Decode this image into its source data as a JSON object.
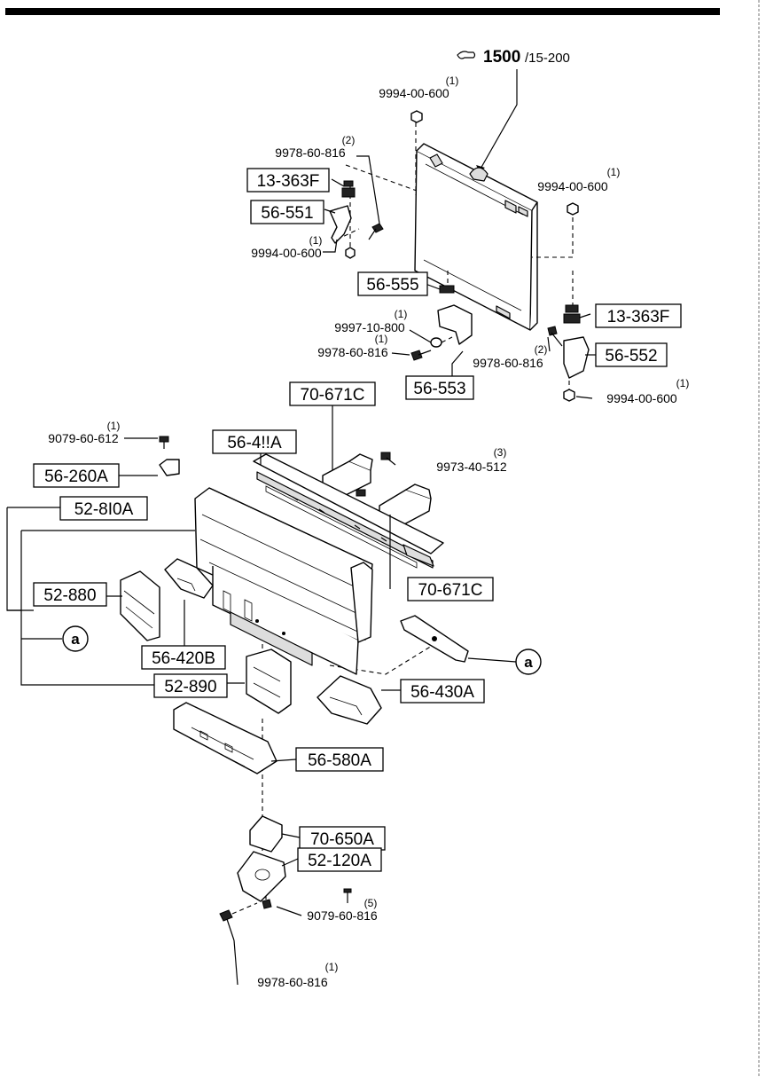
{
  "reference": {
    "main": "1500",
    "sub": "/15-200"
  },
  "part_labels": [
    {
      "id": "13-363F-a",
      "text": "13-363F"
    },
    {
      "id": "56-551",
      "text": "56-551"
    },
    {
      "id": "56-555",
      "text": "56-555"
    },
    {
      "id": "13-363F-b",
      "text": "13-363F"
    },
    {
      "id": "56-552",
      "text": "56-552"
    },
    {
      "id": "56-553",
      "text": "56-553"
    },
    {
      "id": "70-671C-a",
      "text": "70-671C"
    },
    {
      "id": "56-411A",
      "text": "56-4!!A"
    },
    {
      "id": "56-260A",
      "text": "56-260A"
    },
    {
      "id": "52-810A",
      "text": "52-8I0A"
    },
    {
      "id": "70-671C-b",
      "text": "70-671C"
    },
    {
      "id": "52-880",
      "text": "52-880"
    },
    {
      "id": "56-420B",
      "text": "56-420B"
    },
    {
      "id": "52-890",
      "text": "52-890"
    },
    {
      "id": "56-430A",
      "text": "56-430A"
    },
    {
      "id": "56-580A",
      "text": "56-580A"
    },
    {
      "id": "70-650A",
      "text": "70-650A"
    },
    {
      "id": "52-120A",
      "text": "52-120A"
    }
  ],
  "bolts": [
    {
      "id": "b1",
      "qty": "(1)",
      "pn": "9994-00-600"
    },
    {
      "id": "b2",
      "qty": "(2)",
      "pn": "9978-60-816"
    },
    {
      "id": "b3",
      "qty": "(1)",
      "pn": "9994-00-600"
    },
    {
      "id": "b4",
      "qty": "(1)",
      "pn": "9994-00-600"
    },
    {
      "id": "b5",
      "qty": "(1)",
      "pn": "9997-10-800"
    },
    {
      "id": "b6",
      "qty": "(1)",
      "pn": "9978-60-816"
    },
    {
      "id": "b7",
      "qty": "(2)",
      "pn": "9978-60-816"
    },
    {
      "id": "b8",
      "qty": "(1)",
      "pn": "9994-00-600"
    },
    {
      "id": "b9",
      "qty": "(1)",
      "pn": "9079-60-612"
    },
    {
      "id": "b10",
      "qty": "(3)",
      "pn": "9973-40-512"
    },
    {
      "id": "b11",
      "qty": "(5)",
      "pn": "9079-60-816"
    },
    {
      "id": "b12",
      "qty": "(1)",
      "pn": "9978-60-816"
    }
  ],
  "circle_labels": {
    "left": "a",
    "right": "a"
  },
  "colors": {
    "ink": "#000000",
    "paper": "#ffffff"
  }
}
